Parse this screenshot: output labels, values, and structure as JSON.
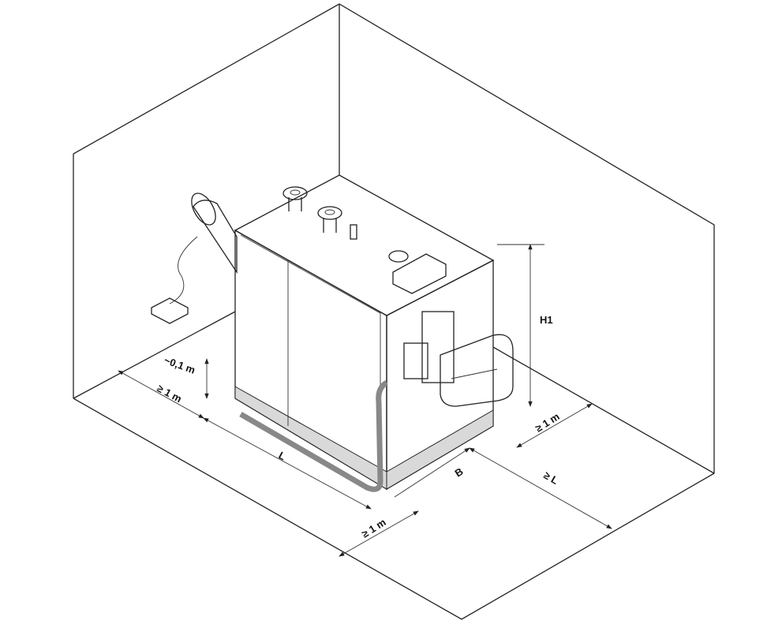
{
  "diagram": {
    "labels": {
      "clearance_top_gap": "~0,1 m",
      "left_clearance": "≥ 1 m",
      "length": "L",
      "front_clearance": "≥ 1 m",
      "width": "B",
      "right_clearance": "≥ 1 m",
      "burner_clearance": "≥ L",
      "height": "H1"
    },
    "colors": {
      "line": "#222222",
      "plinth": "#d9d9d9",
      "pipe": "#9a9a9a"
    }
  }
}
